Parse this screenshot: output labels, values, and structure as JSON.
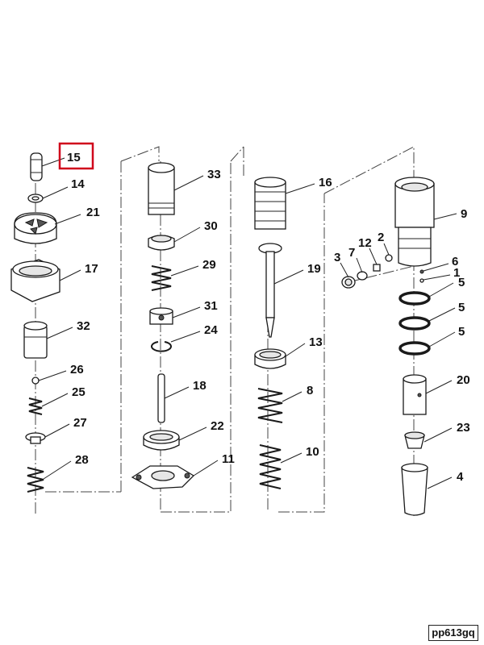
{
  "diagram": {
    "callouts": {
      "p15": "15",
      "p14": "14",
      "p21": "21",
      "p17": "17",
      "p32": "32",
      "p26": "26",
      "p25": "25",
      "p27": "27",
      "p28": "28",
      "p33": "33",
      "p30": "30",
      "p29": "29",
      "p31": "31",
      "p24": "24",
      "p18": "18",
      "p22": "22",
      "p11": "11",
      "p16": "16",
      "p19": "19",
      "p13": "13",
      "p8": "8",
      "p10": "10",
      "p9": "9",
      "p3": "3",
      "p7": "7",
      "p12": "12",
      "p2": "2",
      "p6": "6",
      "p1": "1",
      "p5a": "5",
      "p5b": "5",
      "p5c": "5",
      "p20": "20",
      "p23": "23",
      "p4": "4"
    },
    "highlighted_callout": "15",
    "highlight_color": "#d0021b",
    "figure_code": "pp613gq"
  }
}
